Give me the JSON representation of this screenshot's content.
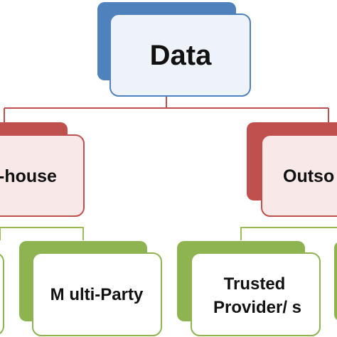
{
  "colors": {
    "blue_back": "#4F81BD",
    "blue_front_fill": "#EEF3FA",
    "blue_front_stroke": "#4F81BD",
    "red_back": "#C0504D",
    "red_front_fill": "#F8E8E8",
    "red_front_stroke": "#C0504D",
    "green_back": "#8DB451",
    "green_front_fill": "#FFFFFF",
    "green_front_stroke": "#8DB451",
    "connector_red": "#C0504D",
    "connector_green": "#9BBB59",
    "text": "#111111"
  },
  "nodes": {
    "root": {
      "label": "Data"
    },
    "left_branch": {
      "label": "-house"
    },
    "right_branch": {
      "label": "Outso"
    },
    "leaf_multi_party": {
      "label": "M ulti-Party"
    },
    "leaf_trusted": {
      "line1": "Trusted",
      "line2": "Provider/ s"
    }
  }
}
